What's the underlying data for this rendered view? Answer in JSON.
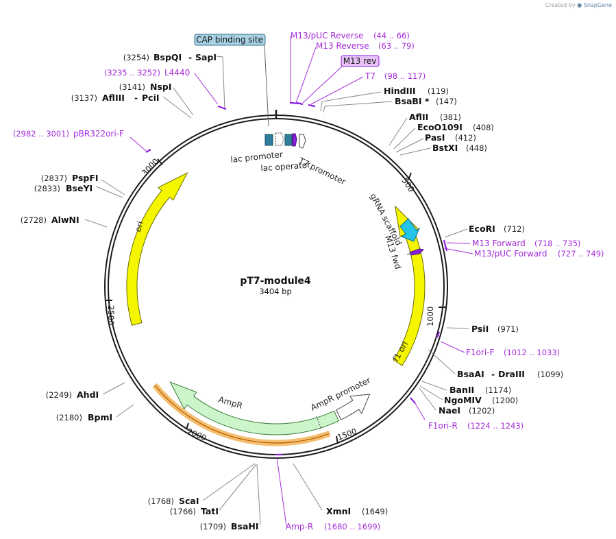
{
  "watermark": {
    "prefix": "Created by",
    "brand": "SnapGene"
  },
  "plasmid": {
    "name": "pT7-module4",
    "length_label": "3404 bp"
  },
  "ticks": [
    "500",
    "1000",
    "1500",
    "2000",
    "2500",
    "3000"
  ],
  "enzymes": [
    {
      "name": "BspQI",
      "name2": "SapI",
      "pos": "(3254)"
    },
    {
      "name": "NspI",
      "pos": "(3141)"
    },
    {
      "name": "AflIII",
      "name2": "PciI",
      "pos": "(3137)"
    },
    {
      "name": "PspFI",
      "pos": "(2837)"
    },
    {
      "name": "BseYI",
      "pos": "(2833)"
    },
    {
      "name": "AlwNI",
      "pos": "(2728)"
    },
    {
      "name": "AhdI",
      "pos": "(2249)"
    },
    {
      "name": "BpmI",
      "pos": "(2180)"
    },
    {
      "name": "ScaI",
      "pos": "(1768)"
    },
    {
      "name": "TatI",
      "pos": "(1766)"
    },
    {
      "name": "BsaHI",
      "pos": "(1709)"
    },
    {
      "name": "XmnI",
      "pos": "(1649)"
    },
    {
      "name": "HindIII",
      "pos": "(119)"
    },
    {
      "name": "BsaBI *",
      "pos": "(147)"
    },
    {
      "name": "AflII",
      "pos": "(381)"
    },
    {
      "name": "EcoO109I",
      "pos": "(408)"
    },
    {
      "name": "PasI",
      "pos": "(412)"
    },
    {
      "name": "BstXI",
      "pos": "(448)"
    },
    {
      "name": "EcoRI",
      "pos": "(712)"
    },
    {
      "name": "PsiI",
      "pos": "(971)"
    },
    {
      "name": "BsaAI",
      "name2": "DraIII",
      "pos": "(1099)"
    },
    {
      "name": "BanII",
      "pos": "(1174)"
    },
    {
      "name": "NgoMIV",
      "pos": "(1200)"
    },
    {
      "name": "NaeI",
      "pos": "(1202)"
    }
  ],
  "primers": [
    {
      "name": "L4440",
      "range": "(3235 .. 3252)"
    },
    {
      "name": "pBR322ori-F",
      "range": "(2982 .. 3001)"
    },
    {
      "name": "M13/pUC Reverse",
      "range": "(44 .. 66)"
    },
    {
      "name": "M13 Reverse",
      "range": "(63 .. 79)"
    },
    {
      "name": "T7",
      "range": "(98 .. 117)"
    },
    {
      "name": "M13 Forward",
      "range": "(718 .. 735)"
    },
    {
      "name": "M13/pUC Forward",
      "range": "(727 .. 749)"
    },
    {
      "name": "F1ori-F",
      "range": "(1012 .. 1033)"
    },
    {
      "name": "F1ori-R",
      "range": "(1224 .. 1243)"
    },
    {
      "name": "Amp-R",
      "range": "(1680 .. 1699)"
    }
  ],
  "boxed_labels": {
    "cap": "CAP binding site",
    "m13rev": "M13 rev"
  },
  "features": {
    "lac_promoter": "lac promoter",
    "lac_operator": "lac operator",
    "t7_promoter": "T7 promoter",
    "grna": "gRNA scaffold",
    "m13fwd": "M13 fwd",
    "ori": "ori",
    "f1ori": "f1 ori",
    "ampr": "AmpR",
    "ampr_promoter": "AmpR promoter"
  },
  "colors": {
    "backbone": "#1a1a1a",
    "ori": "#f5f500",
    "ampr": "#ccf5cc",
    "ampr_promoter": "#ffffff",
    "grna": "#25c4ea",
    "primer": "#a52bd9",
    "highlight": "#f3b356",
    "lac": "#2f7f9c"
  }
}
